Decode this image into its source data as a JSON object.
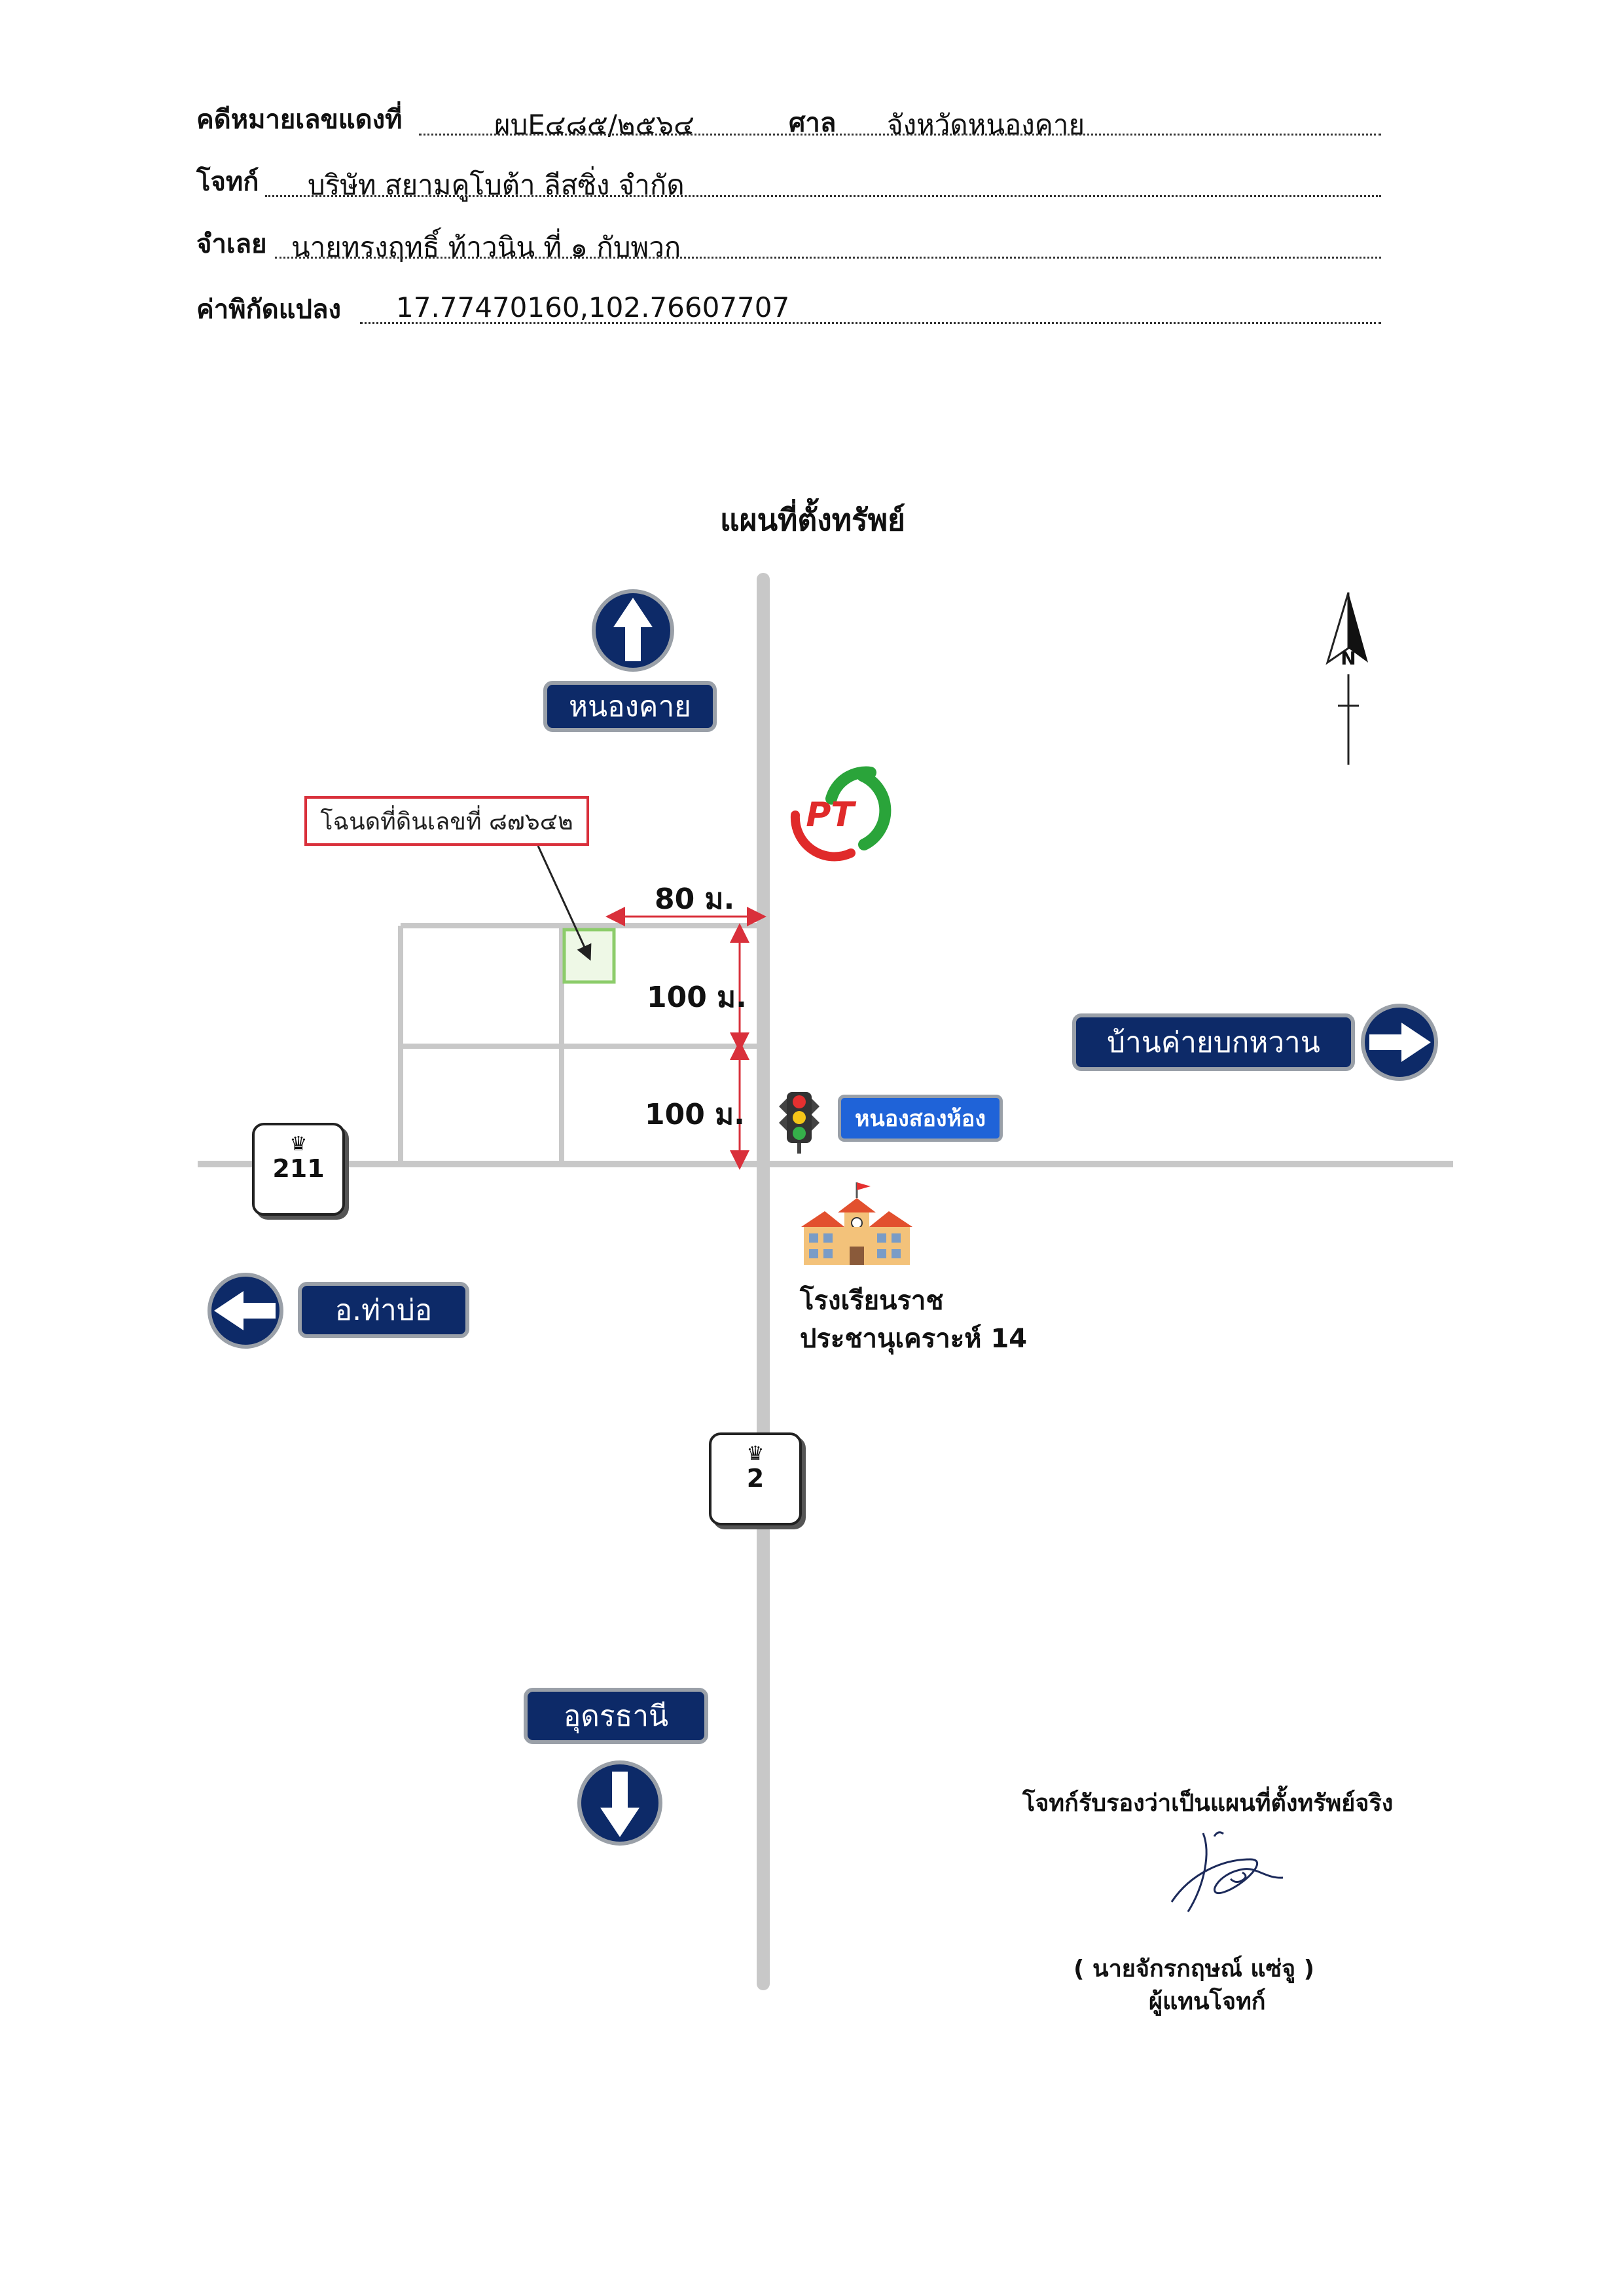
{
  "header": {
    "case_label": "คดีหมายเลขแดงที่",
    "case_value": "ผบE๔๘๕/๒๕๖๔",
    "court_label": "ศาล",
    "court_value": "จังหวัดหนองคาย",
    "plaintiff_label": "โจทก์",
    "plaintiff_value": "บริษัท สยามคูโบต้า ลีสซิ่ง  จำกัด",
    "defendant_label": "จำเลย",
    "defendant_value": "นายทรงฤทธิ์ ท้าวนิน ที่ ๑ กับพวก",
    "coord_label": "ค่าพิกัดแปลง",
    "coord_value": "17.77470160,102.76607707"
  },
  "map": {
    "title": "แผนที่ตั้งทรัพย์",
    "north_label": "N",
    "signs": {
      "north_dest": "หนองคาย",
      "east_dest": "บ้านค่ายบกหวาน",
      "west_dest": "อ.ท่าบ่อ",
      "south_dest": "อุดรธานี",
      "junction": "หนองสองห้อง"
    },
    "deed_label": "โฉนดที่ดินเลขที่ ๘๗๖๔๒",
    "distances": {
      "horizontal": "80 ม.",
      "vertical_upper": "100 ม.",
      "vertical_lower": "100 ม."
    },
    "routes": {
      "west_route": "211",
      "south_route": "2"
    },
    "school": {
      "line1": "โรงเรียนราช",
      "line2": "ประชานุเคราะห์ 14"
    },
    "gas_logo_text": "PT",
    "colors": {
      "road": "#c8c8c8",
      "sign_bg": "#0d2a68",
      "dim_red": "#d9303b",
      "parcel_green": "#8ccc6a",
      "logo_green": "#2aa43a",
      "logo_red": "#e02a2a"
    }
  },
  "certification": {
    "statement": "โจทก์รับรองว่าเป็นแผนที่ตั้งทรัพย์จริง",
    "name": "(   นายจักรกฤษณ์ แซ่จู   )",
    "role": "ผู้แทนโจทก์"
  }
}
